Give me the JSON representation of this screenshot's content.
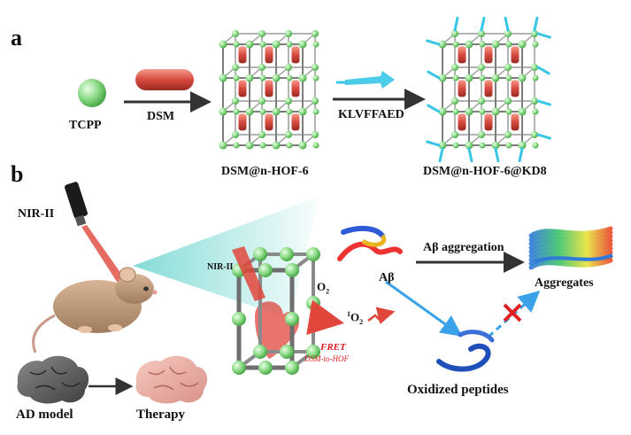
{
  "panels": {
    "a": "a",
    "b": "b"
  },
  "step_a": {
    "tcpp": "TCPP",
    "dsm": "DSM",
    "dsm_hof": "DSM@n-HOF-6",
    "peptide": "KLVFFAED",
    "dsm_hof_kd8": "DSM@n-HOF-6@KD8"
  },
  "step_b": {
    "nir_device": "NIR-II",
    "nir_beam": "NIR-II",
    "o2": "O",
    "o2_sub": "2",
    "singlet_sup": "1",
    "singlet_o": "O",
    "singlet_sub": "2",
    "fret": "FRET",
    "fret_detail": "DSM-to-HOF",
    "abeta": "Aβ",
    "abeta_aggregation": "Aβ aggregation",
    "aggregates": "Aggregates",
    "oxidized": "Oxidized peptides",
    "ad_model": "AD model",
    "therapy": "Therapy"
  },
  "colors": {
    "node_green": "#8fdc8a",
    "rod_red": "#d64a3e",
    "peptide_cyan": "#39c6e6",
    "laser_red": "#e0463c",
    "arrow_dark": "#333333",
    "arrow_blue": "#3aa2e8",
    "cross_red": "#e02020"
  },
  "icons": {
    "mouse": "mouse-icon",
    "laser": "laser-device-icon",
    "brain_ad": "brain-ad-icon",
    "brain_healthy": "brain-healthy-icon"
  }
}
